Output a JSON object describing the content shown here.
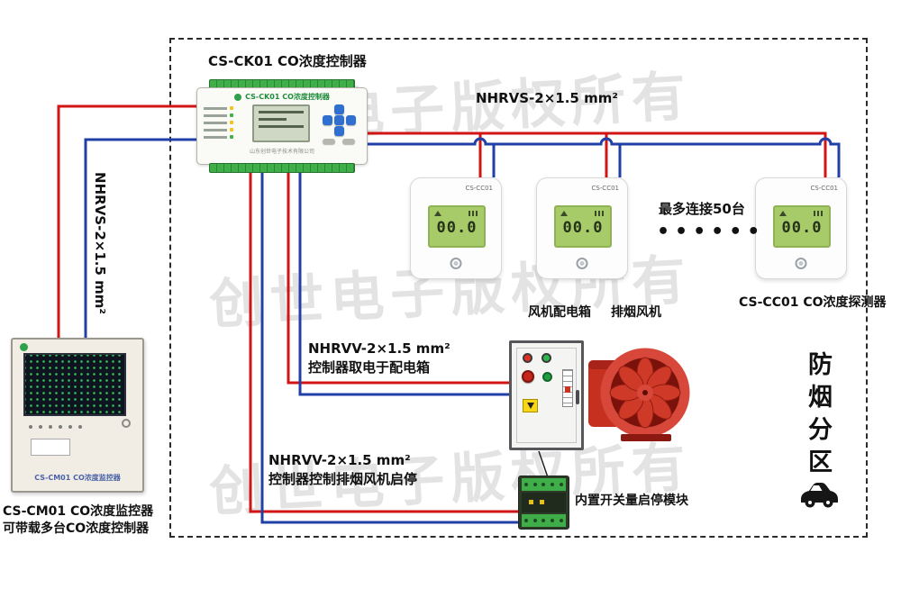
{
  "watermark": {
    "text": "创世电子版权所有"
  },
  "colors": {
    "wire_red": "#d31414",
    "wire_blue": "#2040a8"
  },
  "controller": {
    "caption": "CS-CK01 CO浓度控制器",
    "device_title": "CS-CK01 CO浓度控制器",
    "device_footer": "山东创世电子技术有限公司"
  },
  "cables": {
    "monitor_bus": "NHRVS-2×1.5 mm²",
    "detector_bus": "NHRVS-2×1.5 mm²",
    "power": {
      "line1": "NHRVV-2×1.5 mm²",
      "line2": "控制器取电于配电箱"
    },
    "control": {
      "line1": "NHRVV-2×1.5 mm²",
      "line2": "控制器控制排烟风机启停"
    }
  },
  "monitor": {
    "screen_model": "CS-CM01 CO浓度监控器",
    "caption_line1": "CS-CM01 CO浓度监控器",
    "caption_line2": "可带载多台CO浓度控制器"
  },
  "detectors": {
    "caption": "CS-CC01 CO浓度探测器",
    "max_connect": "最多连接50台",
    "dots": "••••••",
    "units": [
      {
        "model": "CS-CC01",
        "value": "00.0"
      },
      {
        "model": "CS-CC01",
        "value": "00.0"
      },
      {
        "model": "CS-CC01",
        "value": "00.0"
      }
    ]
  },
  "cabinet_caption": "风机配电箱",
  "fan_caption": "排烟风机",
  "module_caption": "内置开关量启停模块",
  "zone_caption": "防烟分区"
}
